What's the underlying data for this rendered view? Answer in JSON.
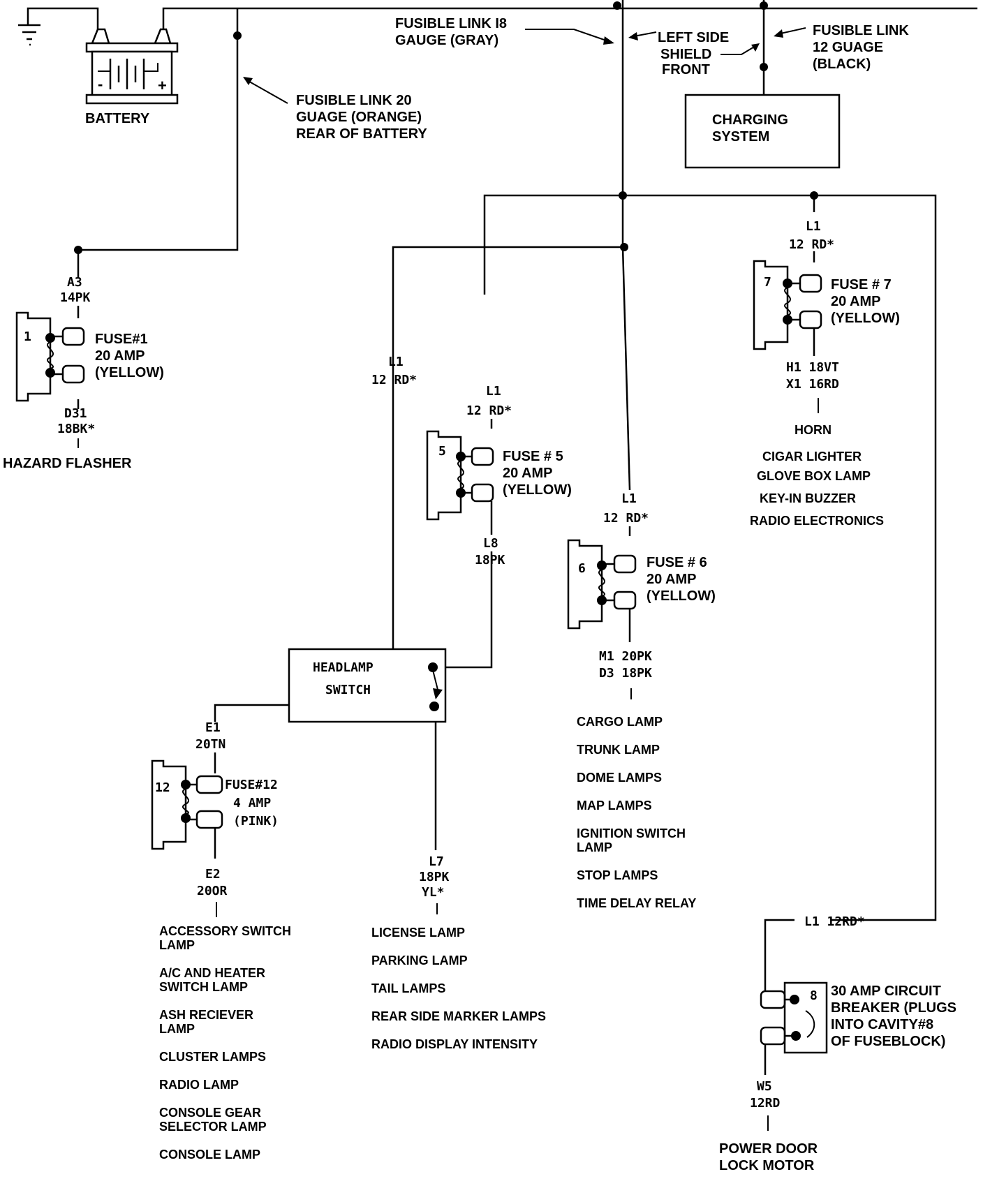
{
  "battery": {
    "label": "BATTERY",
    "minus": "-",
    "plus": "+"
  },
  "fusible_links": {
    "link20": [
      "FUSIBLE LINK 20",
      "GUAGE (ORANGE)",
      "REAR OF BATTERY"
    ],
    "link18": [
      "FUSIBLE LINK I8",
      "GAUGE (GRAY)"
    ],
    "left_side": [
      "LEFT SIDE",
      "SHIELD",
      "FRONT"
    ],
    "link12": [
      "FUSIBLE LINK",
      "12 GUAGE",
      "(BLACK)"
    ]
  },
  "charging_system": [
    "CHARGING",
    "SYSTEM"
  ],
  "fuse1": {
    "number": "1",
    "wire_in": [
      "A3",
      "14PK"
    ],
    "label": [
      "FUSE#1",
      "20 AMP",
      "(YELLOW)"
    ],
    "wire_out": [
      "D31",
      "18BK*"
    ],
    "load": "HAZARD FLASHER"
  },
  "headlamp_switch": {
    "wire_in": [
      "L1",
      "12 RD*"
    ],
    "label": [
      "HEADLAMP",
      "SWITCH"
    ]
  },
  "fuse5": {
    "number": "5",
    "wire_in": [
      "L1",
      "12 RD*"
    ],
    "label": [
      "FUSE # 5",
      "20 AMP",
      "(YELLOW)"
    ],
    "wire_out": [
      "L8",
      "18PK"
    ]
  },
  "fuse6": {
    "number": "6",
    "wire_in": [
      "L1",
      "12 RD*"
    ],
    "label": [
      "FUSE # 6",
      "20 AMP",
      "(YELLOW)"
    ],
    "wire_out": [
      "M1  20PK",
      "D3  18PK"
    ],
    "loads": [
      [
        "CARGO LAMP"
      ],
      [
        "TRUNK LAMP"
      ],
      [
        "DOME LAMPS"
      ],
      [
        "MAP LAMPS"
      ],
      [
        "IGNITION SWITCH",
        "LAMP"
      ],
      [
        "STOP LAMPS"
      ],
      [
        "TIME DELAY RELAY"
      ]
    ]
  },
  "fuse7": {
    "number": "7",
    "wire_in": [
      "L1",
      "12 RD*"
    ],
    "label": [
      "FUSE # 7",
      "20 AMP",
      "(YELLOW)"
    ],
    "wire_out": [
      "H1  18VT",
      "X1  16RD"
    ],
    "loads": [
      "HORN",
      "CIGAR LIGHTER",
      "GLOVE BOX LAMP",
      "KEY-IN BUZZER",
      "RADIO ELECTRONICS"
    ]
  },
  "fuse12": {
    "number": "12",
    "wire_in": [
      "E1",
      "20TN"
    ],
    "label": [
      "FUSE#12",
      "4 AMP",
      "(PINK)"
    ],
    "wire_out": [
      "E2",
      "20OR"
    ],
    "loads": [
      [
        "ACCESSORY SWITCH",
        "LAMP"
      ],
      [
        "A/C AND HEATER",
        "SWITCH LAMP"
      ],
      [
        "ASH RECIEVER",
        "LAMP"
      ],
      [
        "CLUSTER LAMPS"
      ],
      [
        "RADIO LAMP"
      ],
      [
        "CONSOLE GEAR",
        "SELECTOR LAMP"
      ],
      [
        "CONSOLE LAMP"
      ]
    ]
  },
  "l7_circuit": {
    "wire": [
      "L7",
      "18PK",
      "YL*"
    ],
    "loads": [
      "LICENSE LAMP",
      "PARKING LAMP",
      "TAIL LAMPS",
      "REAR SIDE MARKER LAMPS",
      "RADIO DISPLAY INTENSITY"
    ]
  },
  "circuit_breaker": {
    "wire_in": "L1  12RD*",
    "cavity": "8",
    "label": [
      "30 AMP CIRCUIT",
      "BREAKER (PLUGS",
      "INTO CAVITY#8",
      "OF FUSEBLOCK)"
    ],
    "wire_out": [
      "W5",
      "12RD"
    ],
    "load": [
      "POWER DOOR",
      "LOCK MOTOR"
    ]
  }
}
